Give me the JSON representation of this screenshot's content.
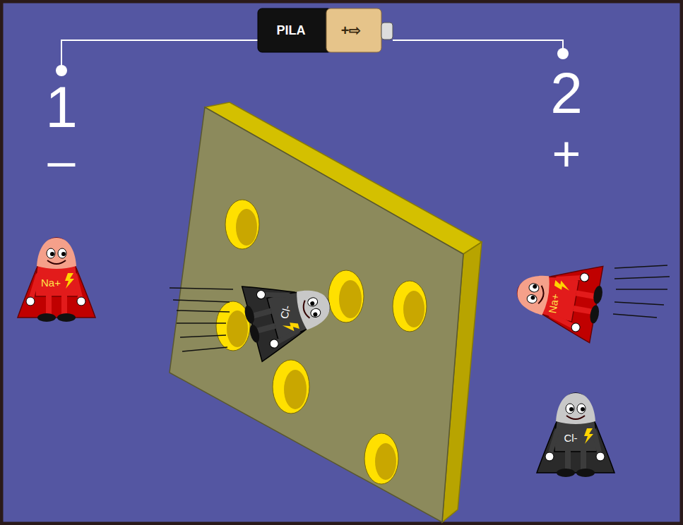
{
  "diagram": {
    "labels": [
      "PILA",
      "+⇨",
      "1",
      "–",
      "2",
      "+",
      "Na+",
      "Cl-",
      "Na+",
      "Cl-"
    ]
  }
}
